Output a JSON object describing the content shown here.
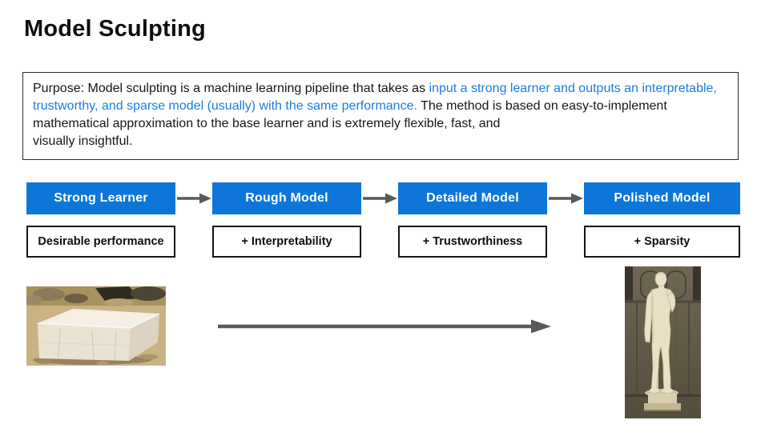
{
  "title": "Model Sculpting",
  "purpose": {
    "text_black_1": "Purpose: Model sculpting is a machine learning pipeline that takes as ",
    "text_blue": "input a strong learner and outputs an interpretable, trustworthy, and sparse model (usually) with the same performance.",
    "text_black_2": " The method is based on easy-to-implement mathematical approximation to the base learner and is extremely flexible, fast, and",
    "text_black_3": "visually insightful."
  },
  "pipeline": {
    "stages": [
      {
        "label": "Strong Learner",
        "property": "Desirable performance"
      },
      {
        "label": "Rough Model",
        "property": "+ Interpretability"
      },
      {
        "label": "Detailed Model",
        "property": "+ Trustworthiness"
      },
      {
        "label": "Polished Model",
        "property": "+ Sparsity"
      }
    ]
  },
  "images": {
    "marble_block": "rough-marble-block-photo",
    "david_statue": "michelangelo-david-statue-photo"
  },
  "colors": {
    "stage_blue": "#0d76d8",
    "highlight_blue": "#1b7de0",
    "arrow_gray": "#595959",
    "box_border": "#161616"
  }
}
